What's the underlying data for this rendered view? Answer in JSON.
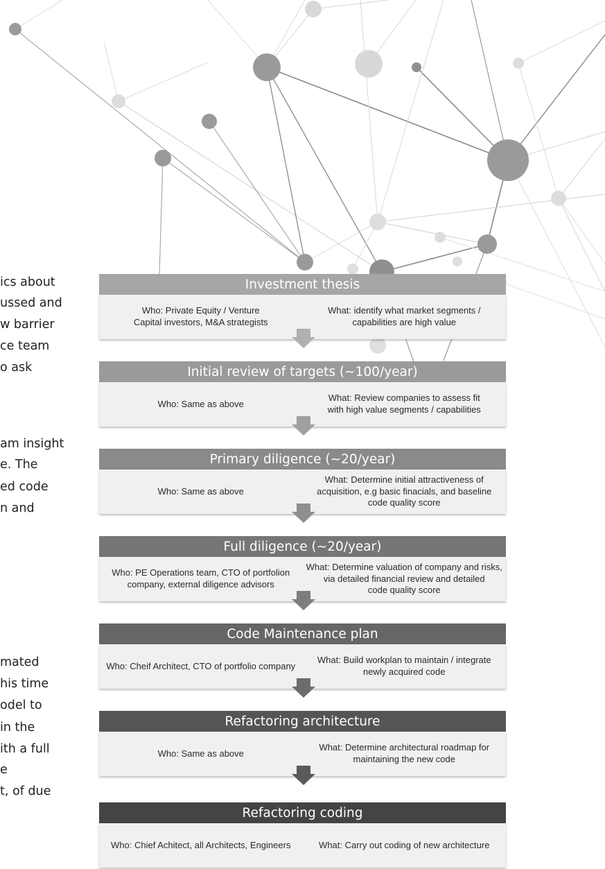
{
  "left_text_fragments": [
    "ics about",
    "ussed and",
    "w barrier",
    "ce team",
    "o ask",
    "am insight",
    "e.  The",
    "ed code",
    "n and",
    "mated",
    "his time",
    "odel to",
    "in the",
    "ith a full",
    "e",
    "t, of due"
  ],
  "stages": [
    {
      "title": "Investment thesis",
      "who": [
        "Who: Private Equity / Venture",
        "Capital investors, M&A strategists"
      ],
      "what": [
        "What: identify what market segments /",
        "capabilities are high value"
      ],
      "color": "#a6a6a6"
    },
    {
      "title": "Initial review of targets (~100/year)",
      "who": [
        "Who: Same as above"
      ],
      "what": [
        "What: Review companies to assess fit",
        "with high value segments / capabilities"
      ],
      "color": "#9a9a9a"
    },
    {
      "title": "Primary diligence (~20/year)",
      "who": [
        "Who: Same as above"
      ],
      "what": [
        "What: Determine initial attractiveness of",
        "acquisition, e.g basic finacials, and baseline",
        "code quality score"
      ],
      "color": "#8a8a8a"
    },
    {
      "title": "Full diligence (~20/year)",
      "who": [
        "Who: PE Operations team, CTO of portfolion",
        "company, external diligence advisors"
      ],
      "what": [
        "What: Determine valuation of company and risks,",
        "via detailed financial review and detailed",
        "code quality score"
      ],
      "color": "#767676"
    },
    {
      "title": "Code Maintenance plan",
      "who": [
        "Who: Cheif Architect, CTO of portfolio company"
      ],
      "what": [
        "What: Build workplan to maintain / integrate",
        "newly acquired code"
      ],
      "color": "#666666"
    },
    {
      "title": "Refactoring architecture",
      "who": [
        "Who: Same as above"
      ],
      "what": [
        "What: Determine architectural roadmap for",
        "maintaining the new code"
      ],
      "color": "#555555"
    },
    {
      "title": "Refactoring coding",
      "who": [
        "Who: Chief Achitect, all Architects, Engineers"
      ],
      "what": [
        "What: Carry out coding of new architecture"
      ],
      "color": "#444444"
    }
  ],
  "arrow_colors": [
    "#b0b0b0",
    "#a0a0a0",
    "#8f8f8f",
    "#7e7e7e",
    "#6c6c6c",
    "#5a5a5a"
  ]
}
